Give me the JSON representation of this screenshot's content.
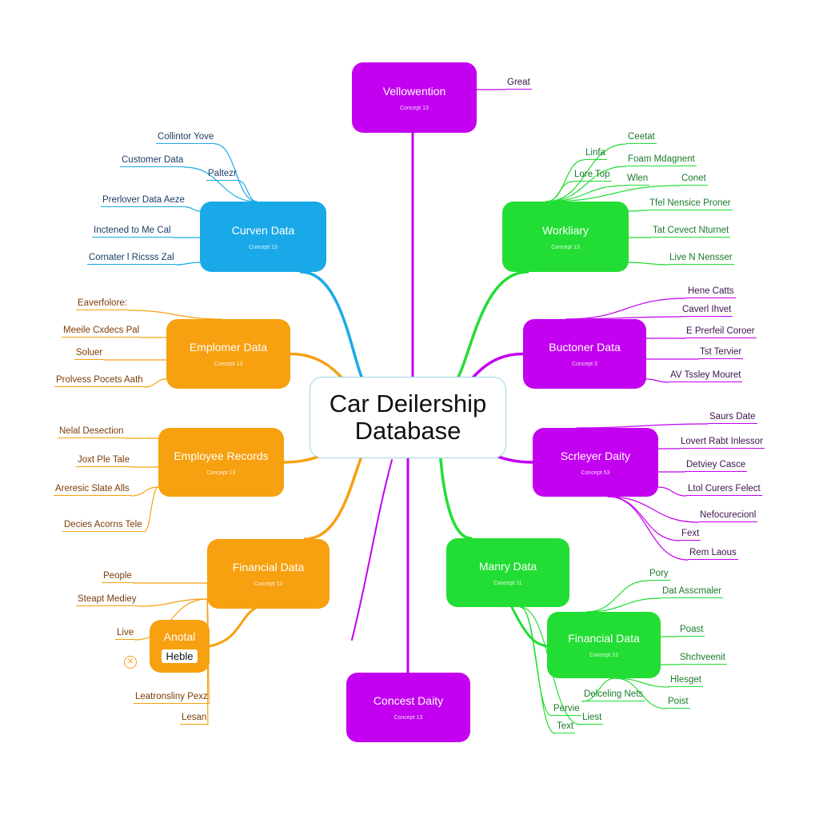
{
  "colors": {
    "blue": "#1aa9e8",
    "green": "#22dd33",
    "orange": "#f7a010",
    "purple": "#c300f0",
    "leaf_blue": "#1b3d66",
    "leaf_green": "#1a7a2a",
    "leaf_orange": "#7a3d0a",
    "leaf_purple": "#3c1450"
  },
  "center": {
    "title": "Car Deilership Database"
  },
  "nodes": [
    {
      "id": "top",
      "label": "Vellowention",
      "sub": "Concept 13",
      "color": "purple",
      "leaves": [
        "Great"
      ]
    },
    {
      "id": "curven",
      "label": "Curven Data",
      "sub": "Concept 13",
      "color": "blue",
      "leaves": [
        "Collintor Yove",
        "Customer Data",
        "Paltezr",
        "Prerlover Data Aeze",
        "Inctened to Me Cal",
        "Cornater l Ricsss  Zal"
      ]
    },
    {
      "id": "workliary",
      "label": "Workliary",
      "sub": "Concept 13",
      "color": "green",
      "leaves": [
        "Linfa",
        "Lore Top",
        "Ceetat",
        "Foam Mdagnent",
        "Wlen",
        "Conet",
        "Tfel  Nensice Proner",
        "Tat  Cevect Nturnet",
        "Live N Nensser"
      ]
    },
    {
      "id": "employer",
      "label": "Emplomer Data",
      "sub": "Concept 13",
      "color": "orange",
      "leaves": [
        "Eaverfolore:",
        "Meeile Cxdecs  Pal",
        "Soluer",
        "Prolvess Pocets  Aath"
      ]
    },
    {
      "id": "buctoner",
      "label": "Buctoner Data",
      "sub": "Concept 3",
      "color": "purple",
      "leaves": [
        "Hene Catts",
        "Caverl Ihvet",
        "E Prerfeil Coroer",
        "Tst Tervier",
        "AV  Tssley Mouret"
      ]
    },
    {
      "id": "employee",
      "label": "Employee Records",
      "sub": "Concept 13",
      "color": "orange",
      "leaves": [
        "Nelal Desection",
        "Joxt Ple  Tale",
        "Areresic Slate  Alls",
        "Decies Acorns  Tele"
      ]
    },
    {
      "id": "scrleyer",
      "label": "Scrleyer Daity",
      "sub": "Concept 53",
      "color": "purple",
      "leaves": [
        "Saurs Date",
        "Lovert Rabt Inlessor",
        "Detviey Casce",
        "Ltol  Curers Felect",
        "Nefocurecionl",
        "Fext",
        "Rem Laous"
      ]
    },
    {
      "id": "finorange",
      "label": "Financial Data",
      "sub": "Concept 13",
      "color": "orange",
      "leaves": [
        "People",
        "Steapt Mediey",
        "Live",
        "Leatronsliny  Pexz",
        "Lesan"
      ]
    },
    {
      "id": "manry",
      "label": "Manry Data",
      "sub": "Concept 11",
      "color": "green",
      "leaves": [
        "Pervie",
        "Liest",
        "Text"
      ]
    },
    {
      "id": "anotal",
      "label": "Anotal",
      "tag": "Heble",
      "color": "orange",
      "leaves": []
    },
    {
      "id": "fingreen",
      "label": "Financial Data",
      "sub": "Concept 13",
      "color": "green",
      "leaves": [
        "Pory",
        "Dat  Asscmaler",
        "Poast",
        "Shchveenit",
        "Hlesget",
        "Poist",
        "Delceling Nets"
      ]
    },
    {
      "id": "concest",
      "label": "Concest Daity",
      "sub": "Concept 13",
      "color": "purple",
      "leaves": []
    }
  ]
}
